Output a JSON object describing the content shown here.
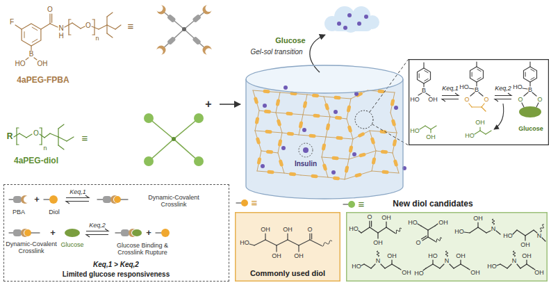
{
  "diagram": {
    "nodes": [
      {
        "text": [
          "Keq,1 > Keq,2",
          "Limited glucose responsiveness"
        ]
      },
      {
        "text": [
          "Commonly used diol"
        ]
      },
      {
        "text": [
          "New diol candidates"
        ]
      },
      {
        "text": [
          "Keq,1",
          "Keq,2",
          "Glucose"
        ]
      },
      {
        "text": [
          "Insulin"
        ]
      }
    ],
    "edges": [
      {
        "from": 4,
        "to": 3,
        "arrow": "none"
      },
      {
        "from": 4,
        "to": 3,
        "arrow": "none"
      }
    ],
    "labels": [
      "F",
      "O",
      "N",
      "H",
      "O",
      "n",
      "B",
      "HO",
      "OH",
      "≡",
      "4aPEG-FPBA",
      "Glucose",
      "Gel-sol transition",
      "+",
      "R",
      "O",
      "n",
      "≡",
      "4aPEG-diol",
      "B",
      "HO",
      "OH",
      "HO",
      "OH",
      "HO",
      "B",
      "O",
      "O",
      "HO",
      "B",
      "O",
      "O",
      "HO",
      "OH",
      "PBA",
      "+",
      "Diol",
      "Keq,1",
      "Dynamic-Covalent Crosslink",
      "Dynamic-Covalent Crosslink",
      "+",
      "Glucose",
      "Keq,2",
      "+",
      "Glucose Binding & Crosslink Rupture",
      "≡",
      "HO",
      "OH",
      "OH",
      "OH",
      "OH",
      "O",
      "≡",
      "HO",
      "O",
      "OH",
      "OH",
      "HO",
      "OH",
      "O",
      "HO",
      "OH",
      "N",
      "HO",
      "OH",
      "N",
      "N",
      "HO",
      "OH",
      "OH",
      "N",
      "HO",
      "HO",
      "OH",
      "OH",
      "N",
      "HO",
      "OH",
      "OH"
    ]
  }
}
